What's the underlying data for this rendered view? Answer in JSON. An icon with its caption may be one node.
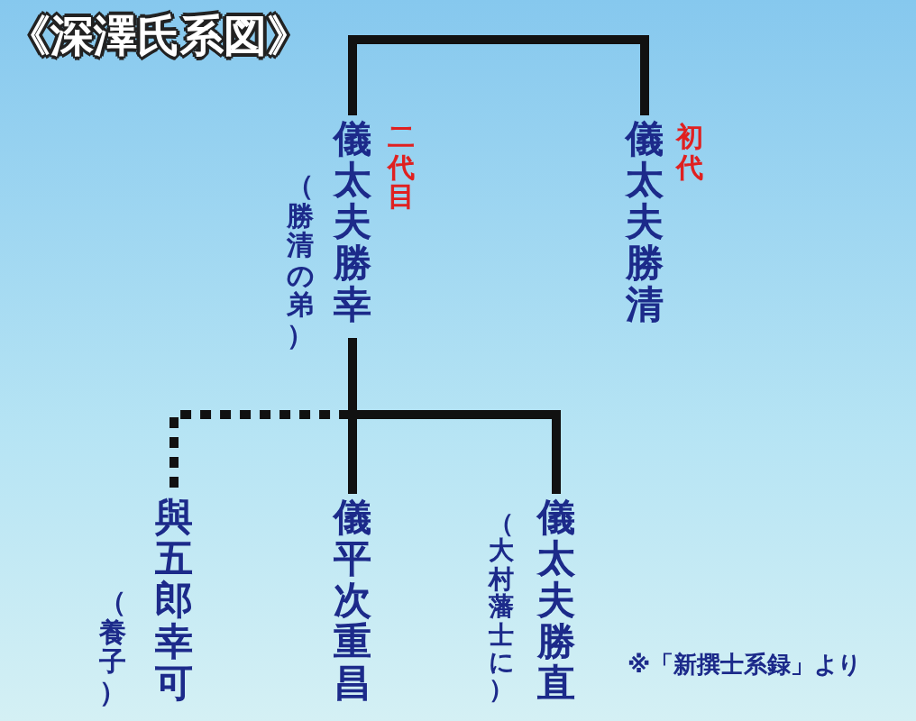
{
  "diagram": {
    "title": "《深澤氏系図》",
    "nodes": [
      {
        "text": [
          "儀太夫勝清"
        ],
        "beside": [
          "初代"
        ]
      },
      {
        "text": [
          "儀太夫勝幸"
        ],
        "beside": [
          "二代目",
          "（勝清の弟）"
        ]
      },
      {
        "text": [
          "與五郎幸可"
        ],
        "beside": [
          "（養子）"
        ]
      },
      {
        "text": [
          "儀平次重昌"
        ]
      },
      {
        "text": [
          "儀太夫勝直"
        ],
        "beside": [
          "（大村藩士に）"
        ]
      }
    ],
    "edges": [
      {
        "from": 0,
        "to": 1,
        "arrow": "none"
      },
      {
        "from": 1,
        "to": 2,
        "arrow": "none",
        "style": "dashed"
      },
      {
        "from": 1,
        "to": 3,
        "arrow": "none"
      },
      {
        "from": 1,
        "to": 4,
        "arrow": "none"
      }
    ],
    "labels": [
      "※「新撰士系録」より"
    ]
  }
}
